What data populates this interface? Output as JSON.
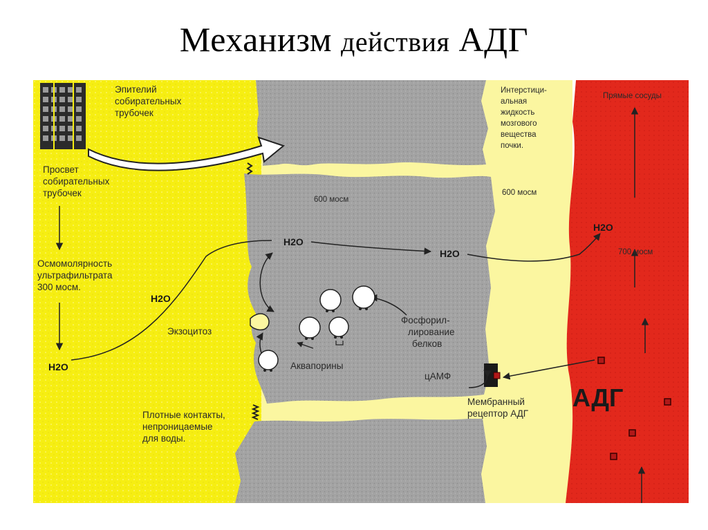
{
  "slide": {
    "title_part1": "Механизм",
    "title_part2": "действия",
    "title_part3": "АДГ"
  },
  "diagram": {
    "labels": {
      "epithelium": [
        "Эпителий",
        "собирательных",
        "трубочек"
      ],
      "lumen": [
        "Просвет",
        "собирательных",
        "трубочек"
      ],
      "osmolarity": [
        "Осмомолярность",
        "ультрафильтрата",
        "300 мосм."
      ],
      "exocytosis": "Экзоцитоз",
      "tight_junctions": [
        "Плотные контакты,",
        "непроницаемые",
        "для воды."
      ],
      "cell_osm": "600 мосм",
      "aquaporins": "Аквапорины",
      "phosphorylation": [
        "Фосфорил-",
        "лирование",
        "белков"
      ],
      "camp": "цАМФ",
      "receptor": [
        "Мембранный",
        "рецептор  АДГ"
      ],
      "interstitial": [
        "Интерстици-",
        "альная",
        "жидкость",
        "мозгового",
        "вещества",
        "почки."
      ],
      "interstitial_osm": "600 мосм",
      "vasa_recta": "Прямые сосуды",
      "blood_osm": "700 мосм",
      "adg": "АДГ",
      "h2o": "H2O"
    },
    "colors": {
      "lumen": "#f6ef1a",
      "interstitium": "#fbf58a",
      "cell": "#9a9a9a",
      "vessel": "#e02a1e",
      "hormone": "#b01818"
    }
  }
}
